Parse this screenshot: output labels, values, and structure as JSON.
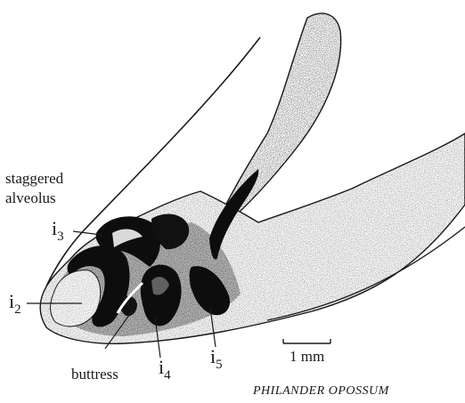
{
  "labels": {
    "staggered_line1": "staggered",
    "staggered_line2": "alveolus",
    "i3_base": "i",
    "i3_sub": "3",
    "i2_base": "i",
    "i2_sub": "2",
    "i4_base": "i",
    "i4_sub": "4",
    "i5_base": "i",
    "i5_sub": "5",
    "buttress": "buttress",
    "scale": "1 mm",
    "caption": "PHILANDER OPOSSUM"
  },
  "colors": {
    "ink": "#1a1a1a",
    "paper": "#ffffff"
  }
}
